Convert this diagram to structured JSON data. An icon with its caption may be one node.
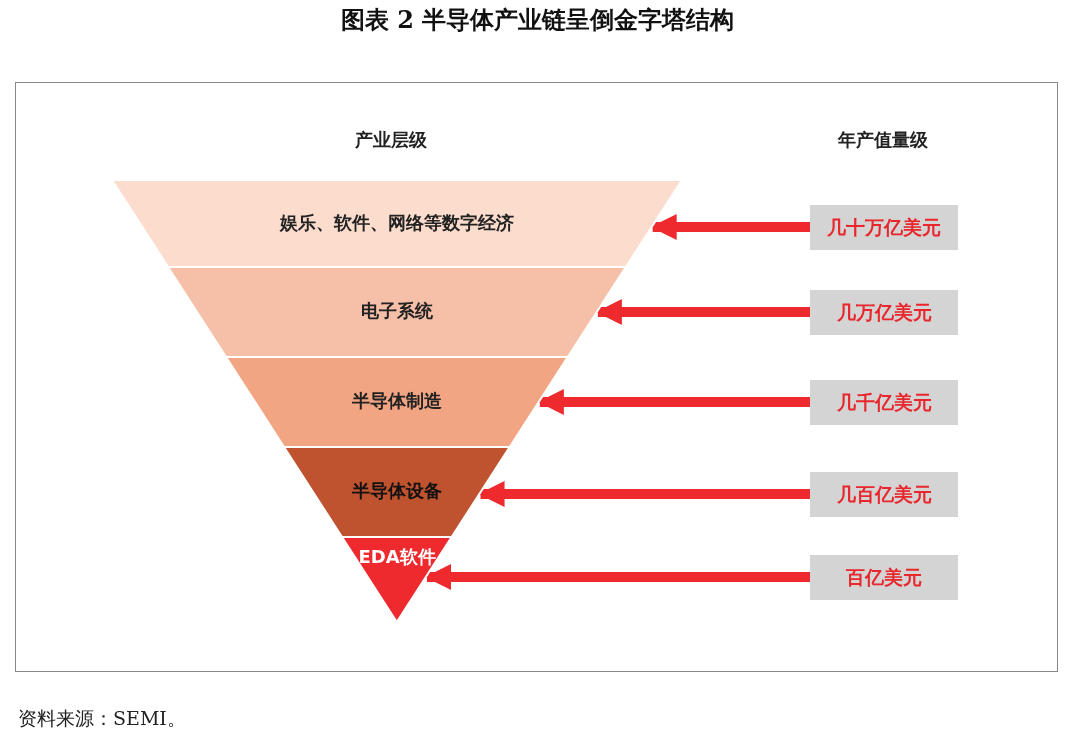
{
  "diagram": {
    "title": "图表 2  半导体产业链呈倒金字塔结构",
    "caption": "资料来源：SEMI。",
    "nodes": [
      {
        "text": [
          "娱乐、软件、网络等数字经济"
        ]
      },
      {
        "text": [
          "电子系统"
        ]
      },
      {
        "text": [
          "半导体制造"
        ]
      },
      {
        "text": [
          "半导体设备"
        ]
      },
      {
        "text": [
          "EDA软件"
        ]
      },
      {
        "text": [
          "几十万亿美元"
        ]
      },
      {
        "text": [
          "几万亿美元"
        ]
      },
      {
        "text": [
          "几千亿美元"
        ]
      },
      {
        "text": [
          "几百亿美元"
        ]
      },
      {
        "text": [
          "百亿美元"
        ]
      }
    ],
    "edges": [
      {
        "from": 5,
        "to": 0,
        "arrow": "to"
      },
      {
        "from": 6,
        "to": 1,
        "arrow": "to"
      },
      {
        "from": 7,
        "to": 2,
        "arrow": "to"
      },
      {
        "from": 8,
        "to": 3,
        "arrow": "to"
      },
      {
        "from": 9,
        "to": 4,
        "arrow": "to"
      }
    ],
    "labels": [
      "产业层级",
      "年产值量级"
    ]
  }
}
